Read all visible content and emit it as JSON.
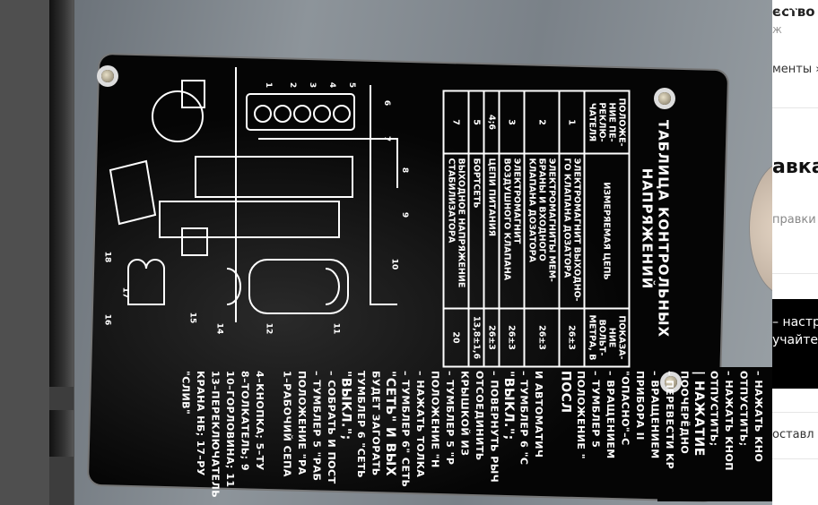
{
  "right_panel": {
    "title_fragment": "ество",
    "subtitle_fragment": "ж",
    "link_fragment": "менты",
    "link_chevron": "›",
    "heading_fragment": "авка",
    "heading_sub_fragment": "правки",
    "promo_line1": "– настр",
    "promo_line2": "учайте",
    "delivery_fragment": "оставл"
  },
  "viewer": {
    "close_icon": "close-icon"
  },
  "plate_table": {
    "title": "ТАБЛИЦА КОНТРОЛЬНЫХ НАПРЯЖЕНИЙ",
    "headers": [
      "ПОЛОЖЕ-НИЕ ПЕ-РЕКЛЮ-ЧАТЕЛЯ",
      "ИЗМЕРЯЕМАЯ ЦЕПЬ",
      "ПОКАЗА-НИЕ ВОЛЬТ-МЕТРА, В"
    ],
    "rows": [
      {
        "pos": "1",
        "circuit": "ЭЛЕКТРОМАГНИТ ВЫХОДНО-ГО КЛАПАНА ДОЗАТОРА",
        "value": "26±3"
      },
      {
        "pos": "2",
        "circuit": "ЭЛЕКТРОМАГНИТЫ МЕМ-БРАНЫ И ВХОДНОГО КЛАПАНА ДОЗАТОРА",
        "value": "26±3"
      },
      {
        "pos": "3",
        "circuit": "ЭЛЕКТРОМАГНИТ ВОЗДУШНОГО КЛАПАНА",
        "value": "26±3"
      },
      {
        "pos": "4;6",
        "circuit": "ЦЕПИ ПИТАНИЯ",
        "value": "26±3"
      },
      {
        "pos": "5",
        "circuit": "БОРТСЕТЬ",
        "value": "13,8±1,6"
      },
      {
        "pos": "7",
        "circuit": "ВЫХОДНОЕ НАПРЯЖЕНИЕ СТАБИЛИЗАТОРА",
        "value": "20"
      }
    ]
  },
  "plate_instructions": [
    "– НАЖАТЬ КНО",
    "ОТПУСТИТЬ;",
    "– НАЖАТЬ КНОП",
    "ОТПУСТИТЬ;",
    "| НАЖАТИЕ",
    "ПООЧЕРЁДНО",
    "– ПЕРЕВЕСТИ КР",
    "– ВРАЩЕНИЕМ",
    "ПРИБОРА II",
    "\"ОПАСНО\"–С",
    "– ВРАЩЕНИЕМ",
    "– ТУМБЛЕР 5",
    "ПОЛОЖЕНИЕ \"",
    "ПОСЛ",
    "И АВТОМАТИЧ",
    "– ТУМБЛЕР 6 \"С",
    "\"ВЫКЛ.\";",
    "– ПОВЕРНУТЬ РЫЧ",
    "ОТСОЕДИНИТЬ",
    "КРЫШКОЙ ИЗ",
    "– ТУМБЛЕР 5 \"Р",
    "ПОЛОЖЕНИЕ \"Н",
    "– НАЖАТЬ ТОЛКА",
    "– ТУМБЛЕР 6\" СЕТЬ",
    "\"СЕТЬ\" И ВЫХ",
    "БУДЕТ ЗАГОРАТЬ",
    "ТУМБЛЕР 6 \"СЕТЬ",
    "\"ВЫКЛ.\";",
    "– СОБРАТЬ И ПОСТ",
    "– ТУМБЛЕР 5 \"РАБ",
    "ПОЛОЖЕНИЕ \"РА",
    "1–РАБОЧИЙ СЕПА",
    "4–КНОПКА; 5–ТУ",
    "8–ТОЛКАТЕЛЬ; 9",
    "10–ГОРЛОВИНА; 11",
    "13–ПЕРЕКЛЮЧАТЕЛЬ",
    "КРАНА НБ; 17–РУ",
    "\"СЛИВ\""
  ],
  "diagram_labels": [
    "1",
    "2",
    "3",
    "4",
    "5",
    "6",
    "7",
    "8",
    "9",
    "10",
    "11",
    "12",
    "14",
    "15",
    "16",
    "17",
    "18"
  ]
}
